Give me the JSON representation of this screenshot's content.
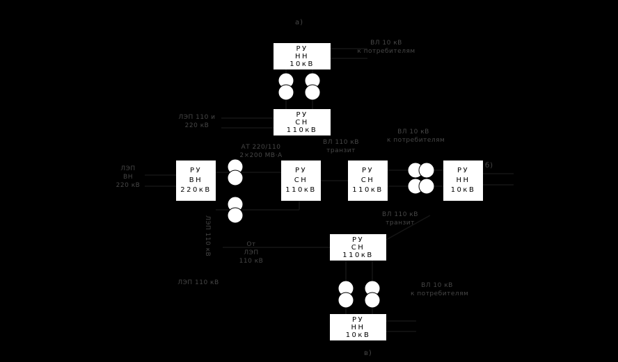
{
  "colors": {
    "background": "#000000",
    "box_fill": "#ffffff",
    "box_text": "#000000",
    "label_text": "#474747",
    "line": "#161616"
  },
  "icons": {
    "transformer": "two-overlapping-circles"
  },
  "scheme_tags": {
    "a": "а)",
    "b": "б)",
    "v": "в)"
  },
  "boxes": [
    {
      "l1": "РУ",
      "l2": "НН",
      "l3": "10кВ"
    },
    {
      "l1": "РУ",
      "l2": "СН",
      "l3": "110кВ"
    },
    {
      "l1": "РУ",
      "l2": "ВН",
      "l3": "220кВ"
    },
    {
      "l1": "РУ",
      "l2": "СН",
      "l3": "110кВ"
    },
    {
      "l1": "РУ",
      "l2": "СН",
      "l3": "110кВ"
    },
    {
      "l1": "РУ",
      "l2": "НН",
      "l3": "10кВ"
    },
    {
      "l1": "РУ",
      "l2": "СН",
      "l3": "110кВ"
    },
    {
      "l1": "РУ",
      "l2": "НН",
      "l3": "10кВ"
    }
  ],
  "labels": {
    "feeders_a": {
      "line1": "ВЛ 10 кВ",
      "line2": "к потребителям"
    },
    "lines_a": {
      "line1": "ЛЭП 110 и",
      "line2": "220 кВ"
    },
    "lines_b": {
      "line1": "ЛЭП",
      "line2": "ВН",
      "line3": "220 кВ"
    },
    "at_b": {
      "line1": "АТ 220/110",
      "line2": "2×200 МВ·А"
    },
    "transit_b": {
      "line1": "ВЛ 110 кВ",
      "line2": "транзит"
    },
    "feeders_b": {
      "line1": "ВЛ 10 кВ",
      "line2": "к потребителям"
    },
    "tap_v_vertical": "ЛЭП 110 кВ",
    "tap_v_small": {
      "line1": "От",
      "line2": "ЛЭП",
      "line3": "110 кВ"
    },
    "lines_v": "ЛЭП 110 кВ",
    "transit_v": {
      "line1": "ВЛ 110 кВ",
      "line2": "транзит"
    },
    "feeders_v": {
      "line1": "ВЛ 10 кВ",
      "line2": "к потребителям"
    }
  }
}
